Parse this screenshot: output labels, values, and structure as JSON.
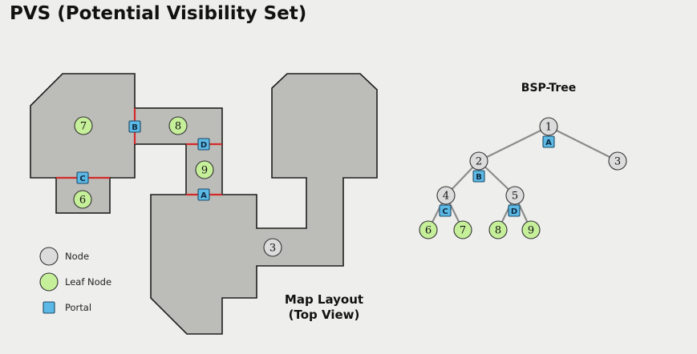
{
  "title": "PVS (Potential Visibility Set)",
  "map": {
    "caption_line1": "Map Layout",
    "caption_line2": "(Top View)",
    "leaf_labels": {
      "l7": "7",
      "l8": "8",
      "l9": "9",
      "l6": "6"
    },
    "node_labels": {
      "n3": "3"
    },
    "portal_labels": {
      "B": "B",
      "D": "D",
      "C": "C",
      "A": "A"
    }
  },
  "legend": {
    "node": "Node",
    "leaf": "Leaf Node",
    "portal": "Portal"
  },
  "tree": {
    "title": "BSP-Tree",
    "nodes": {
      "n1": "1",
      "n2": "2",
      "n3": "3",
      "n4": "4",
      "n5": "5"
    },
    "leaves": {
      "l6": "6",
      "l7": "7",
      "l8": "8",
      "l9": "9"
    },
    "portals": {
      "A": "A",
      "B": "B",
      "C": "C",
      "D": "D"
    }
  },
  "colors": {
    "background": "#eeeeec",
    "room_fill": "#bcbcb8",
    "portal_line": "#d42a2a",
    "portal_box": "#5cb8e4",
    "leaf_fill": "#c6ef9a",
    "node_fill": "#dcdcdc",
    "edge": "#8c8c8c"
  }
}
